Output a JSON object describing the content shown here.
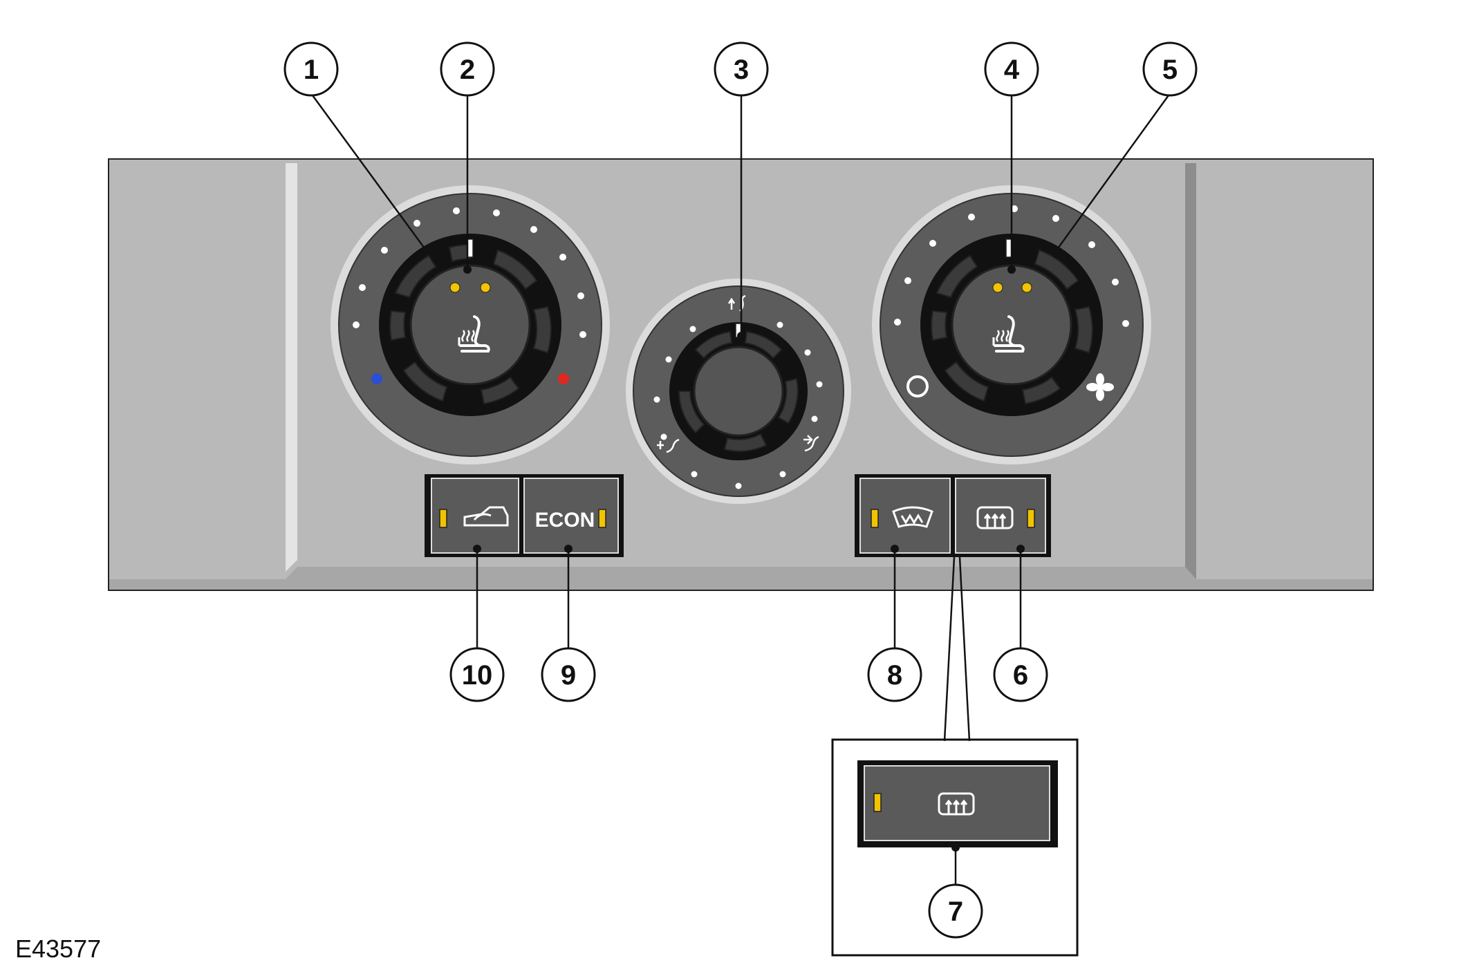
{
  "figure": {
    "id": "E43577"
  },
  "panel": {
    "face_color": "#b9b9b9",
    "knob_color": "#555555",
    "indicator_color": "#f2c400",
    "cold_dot_color": "#2a4fd6",
    "hot_dot_color": "#e0281e"
  },
  "buttons": {
    "econ_label": "ECON"
  },
  "callouts": {
    "c1": "1",
    "c2": "2",
    "c3": "3",
    "c4": "4",
    "c5": "5",
    "c6": "6",
    "c7": "7",
    "c8": "8",
    "c9": "9",
    "c10": "10"
  },
  "icons": {
    "left_seat": "heated-seat-icon",
    "right_seat": "heated-seat-icon",
    "recirculation": "recirculation-car-icon",
    "windscreen": "heated-windscreen-icon",
    "rear_window": "heated-rear-window-icon",
    "fan": "fan-icon",
    "off": "off-ring-icon"
  }
}
